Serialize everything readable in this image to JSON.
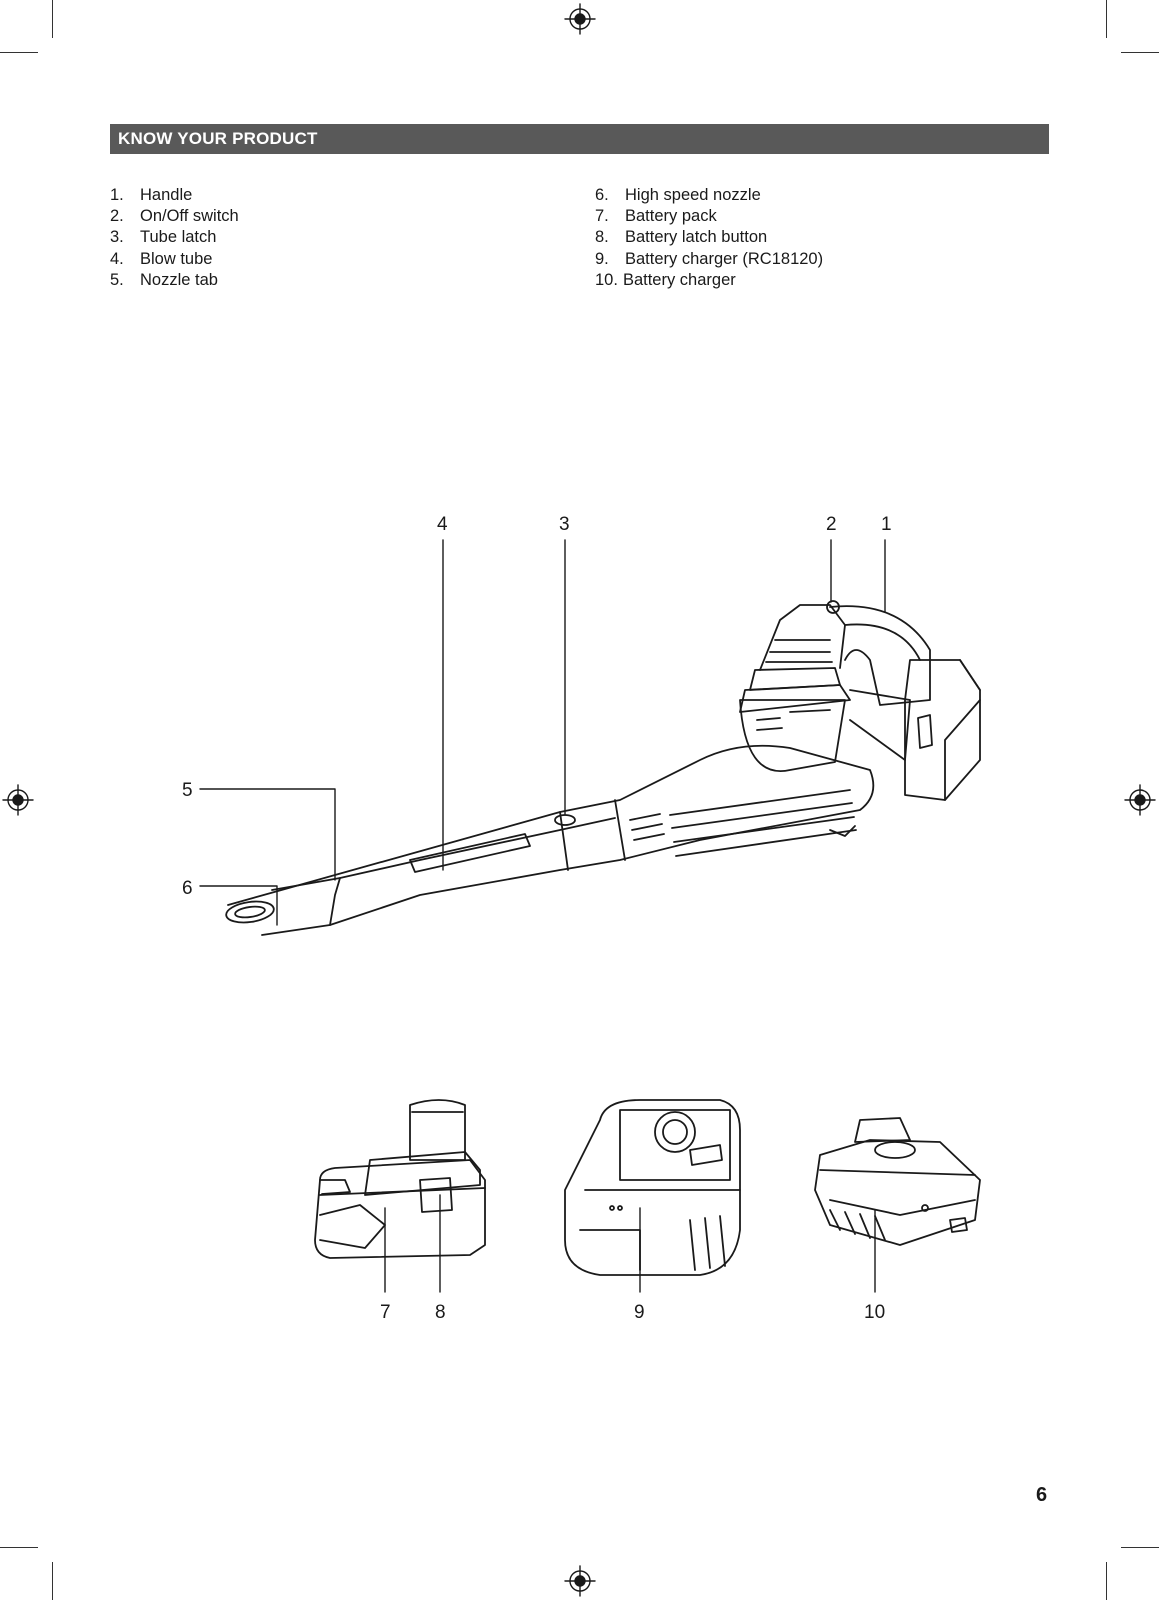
{
  "section": {
    "title": "KNOW YOUR PRODUCT"
  },
  "parts_left": [
    {
      "num": "1.",
      "label": "Handle"
    },
    {
      "num": "2.",
      "label": "On/Off switch"
    },
    {
      "num": "3.",
      "label": "Tube latch"
    },
    {
      "num": "4.",
      "label": "Blow tube"
    },
    {
      "num": "5.",
      "label": "Nozzle tab"
    }
  ],
  "parts_right": [
    {
      "num": "6.",
      "label": "High speed nozzle"
    },
    {
      "num": "7.",
      "label": "Battery pack"
    },
    {
      "num": "8.",
      "label": "Battery latch button"
    },
    {
      "num": "9.",
      "label": "Battery charger (RC18120)"
    },
    {
      "num": "10.",
      "label": "Battery charger"
    }
  ],
  "callouts": {
    "c1": "1",
    "c2": "2",
    "c3": "3",
    "c4": "4",
    "c5": "5",
    "c6": "6",
    "c7": "7",
    "c8": "8",
    "c9": "9",
    "c10": "10"
  },
  "page": {
    "number": "6"
  }
}
